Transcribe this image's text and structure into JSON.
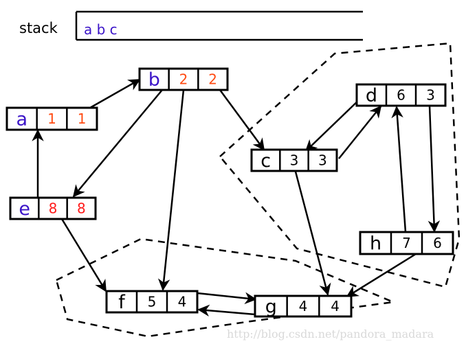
{
  "stack": {
    "label": "stack",
    "contents": "a b c"
  },
  "nodes": [
    {
      "id": "a",
      "name": "a",
      "v1": "1",
      "v2": "1",
      "name_color": "#3b14c8",
      "value_color": "#ff4a12"
    },
    {
      "id": "b",
      "name": "b",
      "v1": "2",
      "v2": "2",
      "name_color": "#3b14c8",
      "value_color": "#ff4a12"
    },
    {
      "id": "e",
      "name": "e",
      "v1": "8",
      "v2": "8",
      "name_color": "#3b14c8",
      "value_color": "#ff1a1a"
    },
    {
      "id": "c",
      "name": "c",
      "v1": "3",
      "v2": "3",
      "name_color": "#000000",
      "value_color": "#000000"
    },
    {
      "id": "d",
      "name": "d",
      "v1": "6",
      "v2": "3",
      "name_color": "#000000",
      "value_color": "#000000"
    },
    {
      "id": "h",
      "name": "h",
      "v1": "7",
      "v2": "6",
      "name_color": "#000000",
      "value_color": "#000000"
    },
    {
      "id": "f",
      "name": "f",
      "v1": "5",
      "v2": "4",
      "name_color": "#000000",
      "value_color": "#000000"
    },
    {
      "id": "g",
      "name": "g",
      "v1": "4",
      "v2": "4",
      "name_color": "#000000",
      "value_color": "#000000"
    }
  ],
  "edges": [
    {
      "from": "a",
      "to": "b"
    },
    {
      "from": "e",
      "to": "a"
    },
    {
      "from": "b",
      "to": "e"
    },
    {
      "from": "b",
      "to": "c"
    },
    {
      "from": "b",
      "to": "f"
    },
    {
      "from": "e",
      "to": "f"
    },
    {
      "from": "c",
      "to": "d"
    },
    {
      "from": "d",
      "to": "c"
    },
    {
      "from": "d",
      "to": "h"
    },
    {
      "from": "h",
      "to": "d"
    },
    {
      "from": "c",
      "to": "g"
    },
    {
      "from": "h",
      "to": "g"
    },
    {
      "from": "f",
      "to": "g"
    },
    {
      "from": "g",
      "to": "f"
    }
  ],
  "colors": {
    "stack_contents": "#3b14c8"
  },
  "watermark": "http://blog.csdn.net/pandora_madara"
}
